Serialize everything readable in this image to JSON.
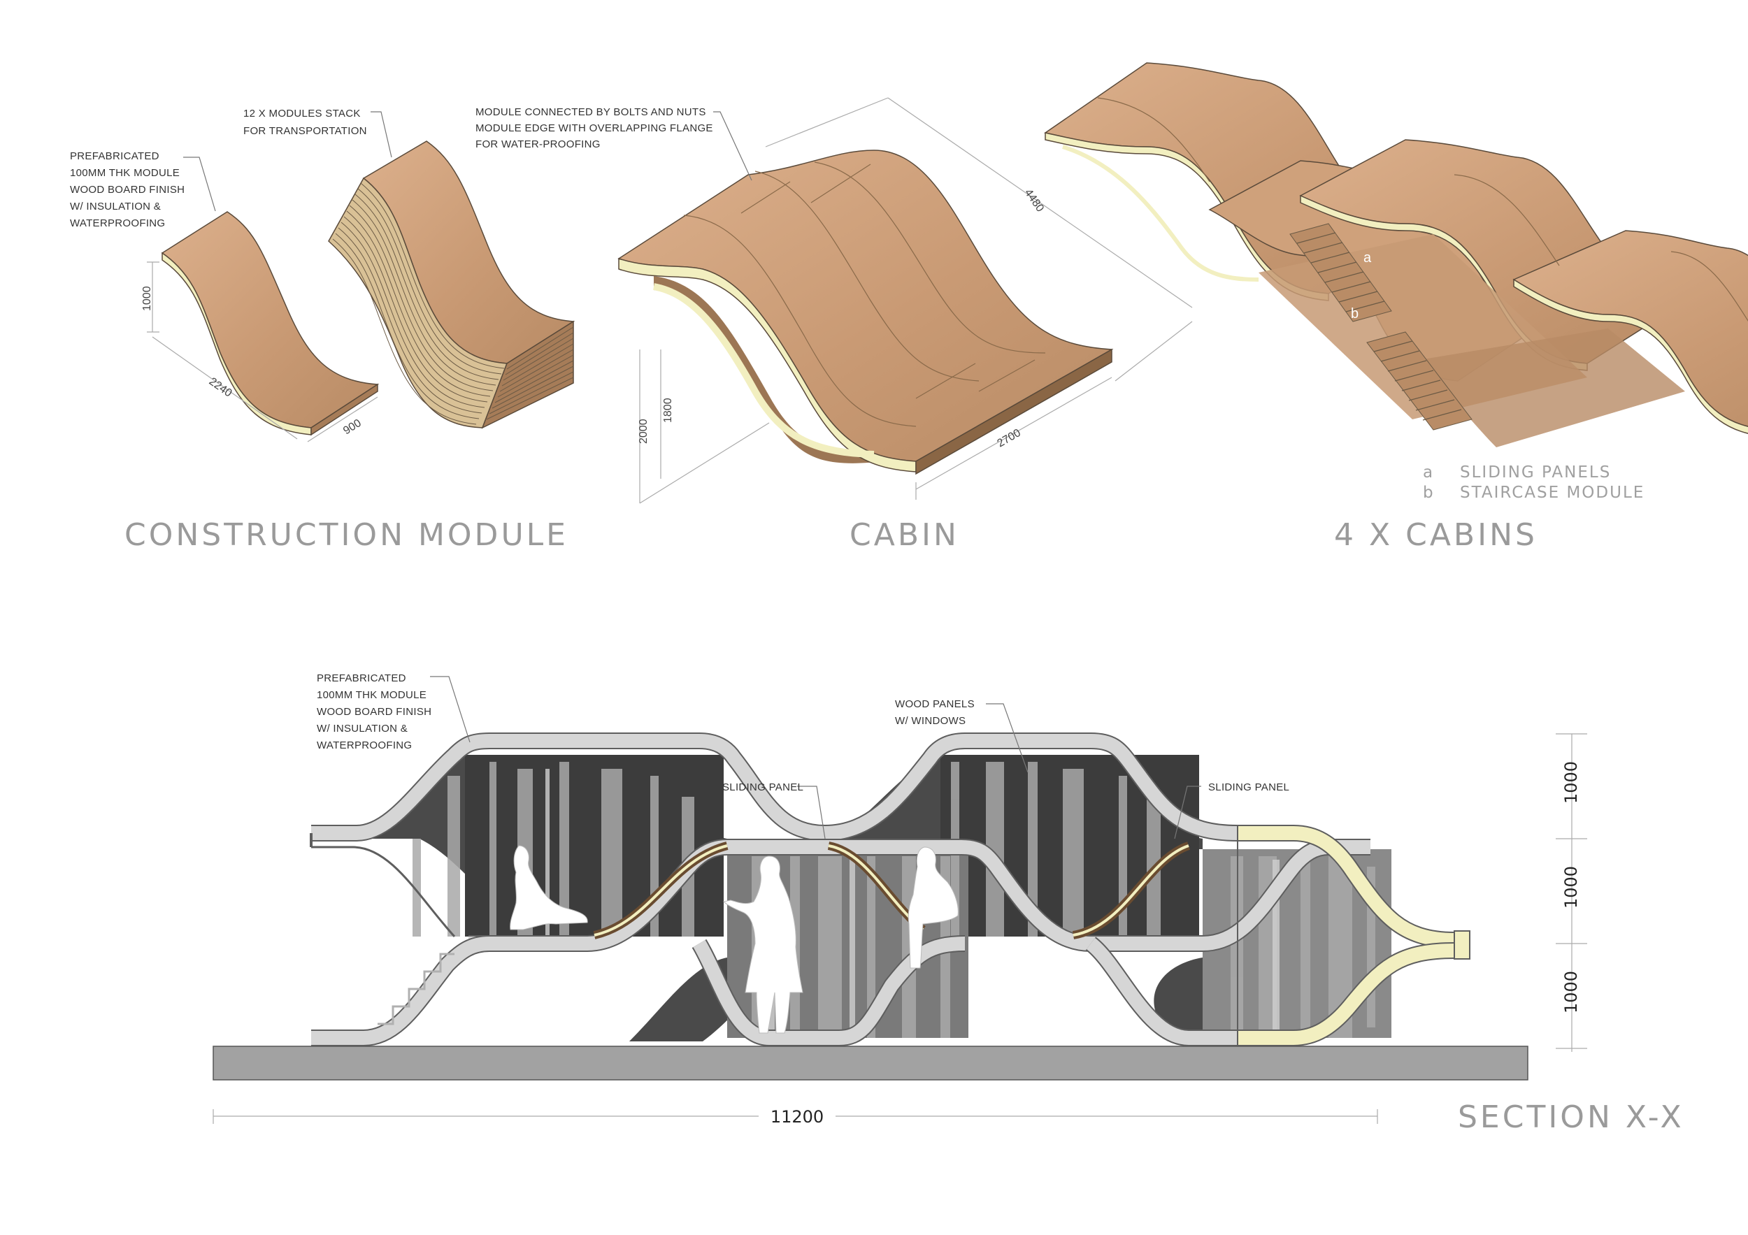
{
  "colors": {
    "wood_top": "#d7a984",
    "wood_shade": "#b98c66",
    "wood_dark": "#a67c58",
    "insulation": "#f2efc0",
    "shell_grey": "#d6d6d6",
    "interior_dark": "#3c3c3c",
    "interior_mid": "#7c7c7c",
    "interior_light": "#b4b4b4",
    "ground": "#a2a2a2",
    "title_grey": "#9a9a9a"
  },
  "construction_module": {
    "title": "CONSTRUCTION MODULE",
    "note_module": [
      "PREFABRICATED",
      "100MM THK MODULE",
      "WOOD BOARD FINISH",
      "W/ INSULATION &",
      "WATERPROOFING"
    ],
    "note_stack": [
      "12 X MODULES STACK",
      "FOR TRANSPORTATION"
    ],
    "dim_height": "1000",
    "dim_length": "2240",
    "dim_width": "900"
  },
  "cabin": {
    "title": "CABIN",
    "note": [
      "MODULE CONNECTED BY BOLTS AND NUTS",
      "MODULE EDGE WITH OVERLAPPING FLANGE",
      "FOR WATER-PROOFING"
    ],
    "dim_length": "4480",
    "dim_width": "2700",
    "dim_height_outer": "2000",
    "dim_height_inner": "1800"
  },
  "four_cabins": {
    "title": "4 X CABINS",
    "marker_a": "a",
    "marker_b": "b",
    "legend": [
      {
        "key": "a",
        "label": "SLIDING PANELS"
      },
      {
        "key": "b",
        "label": "STAIRCASE MODULE"
      }
    ]
  },
  "section": {
    "title": "SECTION X-X",
    "note_module": [
      "PREFABRICATED",
      "100MM THK MODULE",
      "WOOD BOARD FINISH",
      "W/ INSULATION &",
      "WATERPROOFING"
    ],
    "note_wood_panels": [
      "WOOD PANELS",
      "W/ WINDOWS"
    ],
    "label_sliding_1": "SLIDING PANEL",
    "label_sliding_2": "SLIDING PANEL",
    "dim_total": "11200",
    "dim_levels": [
      "1000",
      "1000",
      "1000"
    ]
  }
}
